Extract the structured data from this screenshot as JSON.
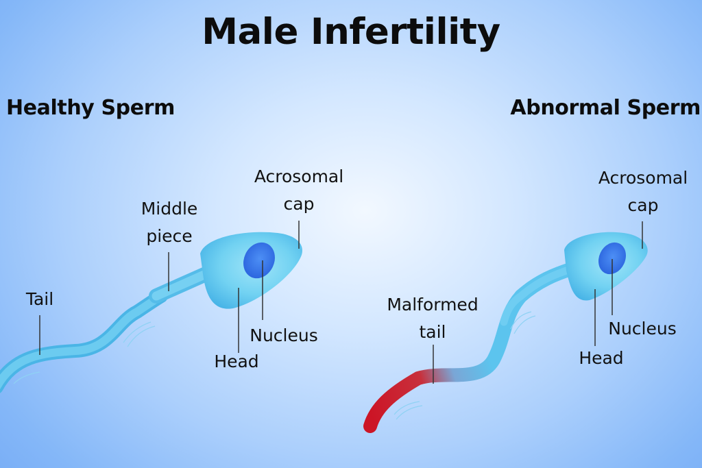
{
  "title": "Male Infertility",
  "healthy": {
    "heading": "Healthy Sperm",
    "labels": {
      "acrosomal_cap": [
        "Acrosomal",
        "cap"
      ],
      "middle_piece": [
        "Middle",
        "piece"
      ],
      "tail": "Tail",
      "nucleus": "Nucleus",
      "head": "Head"
    }
  },
  "abnormal": {
    "heading": "Abnormal Sperm",
    "labels": {
      "acrosomal_cap": [
        "Acrosomal",
        "cap"
      ],
      "malformed_tail": [
        "Malformed",
        "tail"
      ],
      "nucleus": "Nucleus",
      "head": "Head"
    }
  },
  "colors": {
    "sperm_body": "#5cc4ee",
    "sperm_head_light": "#8fdcf6",
    "nucleus": "#2f6fe6",
    "malformed_tail": "#d0182a",
    "leader_line": "#333333"
  }
}
